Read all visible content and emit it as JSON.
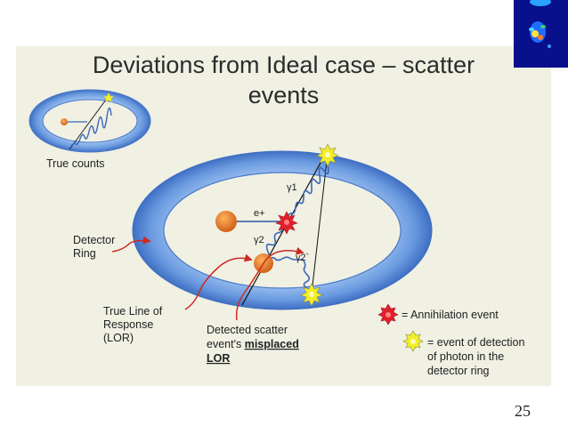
{
  "slide": {
    "title_line1": "Deviations from Ideal case – scatter",
    "title_line2": "events",
    "page_number": "25"
  },
  "labels": {
    "true_counts": "True counts",
    "detector_ring_1": "Detector",
    "detector_ring_2": "Ring",
    "lor_1": "True Line of",
    "lor_2": "Response",
    "lor_3": "(LOR)",
    "scatter_1": "Detected scatter",
    "scatter_2a": "event's ",
    "scatter_2b": "misplaced",
    "scatter_3": "LOR",
    "gamma1": "γ1",
    "gamma2": "γ2",
    "gamma2p": "γ2`",
    "positron": "e+"
  },
  "legend": {
    "annihilation": "= Annihilation  event",
    "detection_1": "= event of detection",
    "detection_2": "of photon in the",
    "detection_3": "detector ring"
  },
  "icons": {
    "annihilation_star": "red-star-burst",
    "detection_star": "yellow-star-burst",
    "positron_source": "orange-circle"
  },
  "colors": {
    "ring_blue": "#5b8fd6",
    "annihilation_red": "#e0202a",
    "detection_yellow": "#f2ee2a",
    "source_orange": "#e07822",
    "arrow_red": "#cc2a22",
    "wave_blue": "#3a66b8",
    "panel_bg": "#f0f0e3"
  }
}
